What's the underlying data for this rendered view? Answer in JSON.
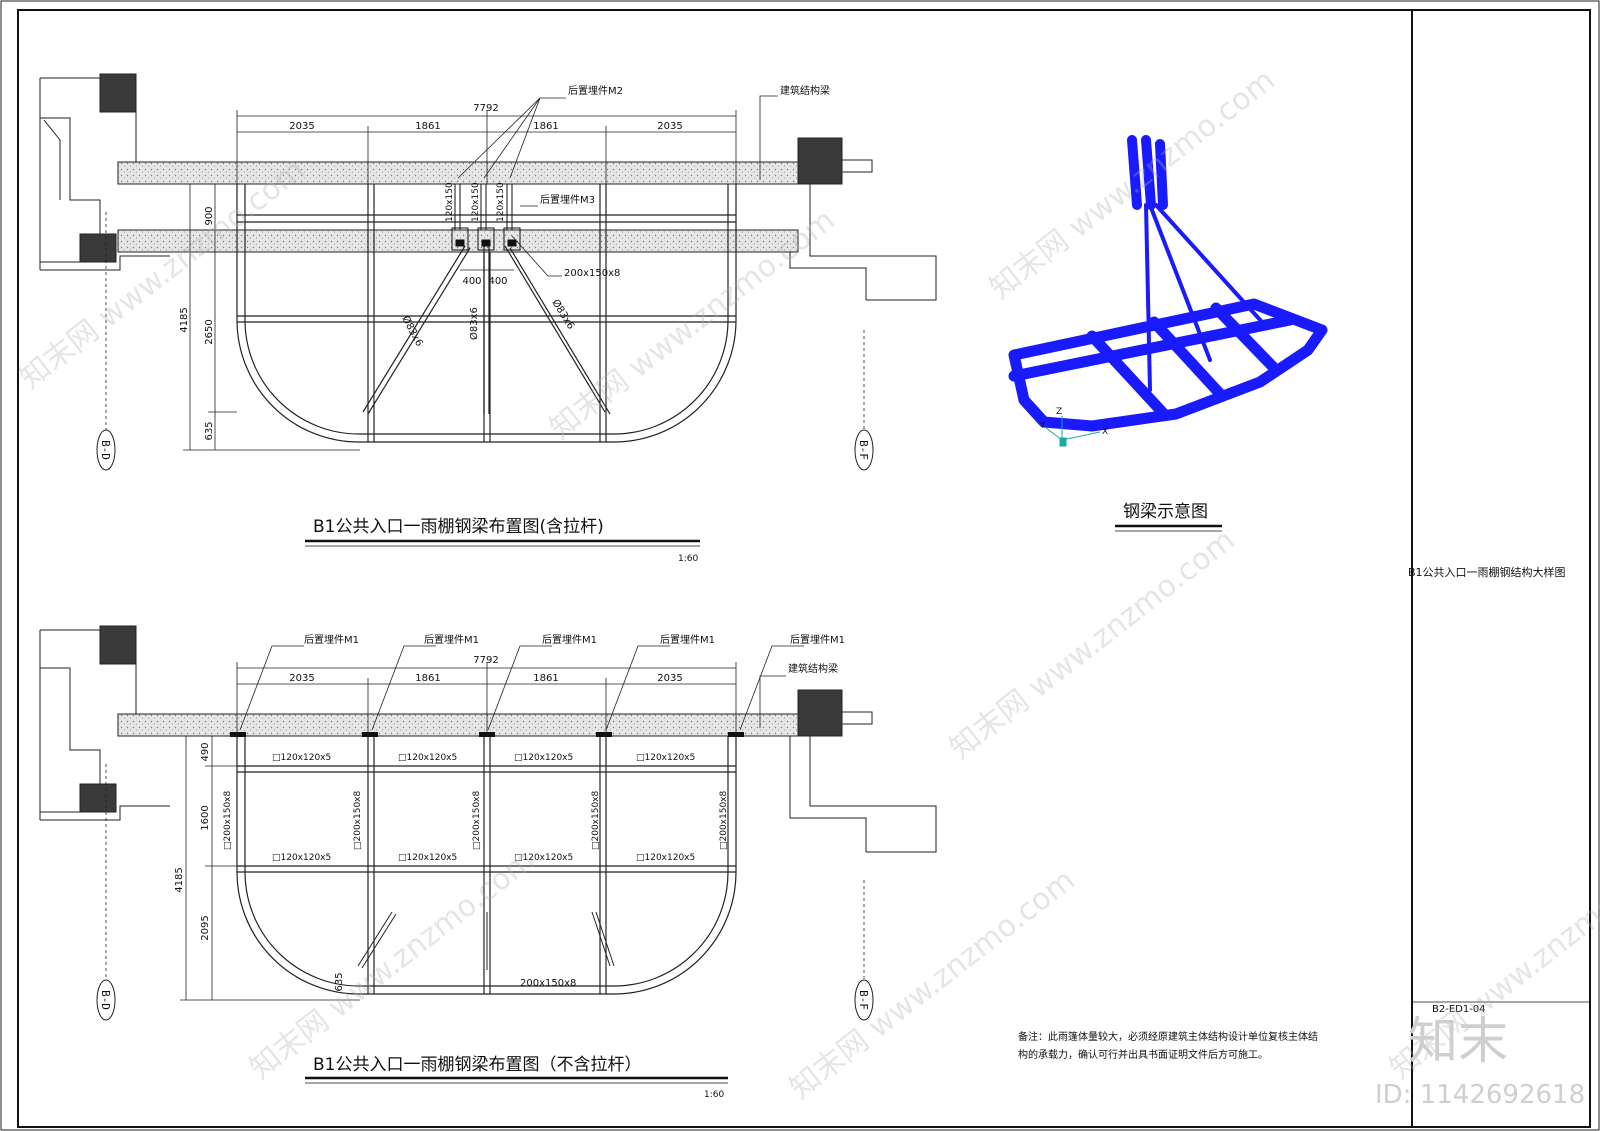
{
  "title_block": {
    "sheet_title": "B1公共入口一雨棚钢结构大样图",
    "drawing_number": "B2-ED1-04",
    "brand_logo": "知末",
    "id_text": "ID: 1142692618"
  },
  "watermark_text": "知末网 www.znzmo.com",
  "plan_top": {
    "title": "B1公共入口一雨棚钢梁布置图(含拉杆)",
    "scale": "1:60",
    "overall_dim": "7792",
    "bay_dims": [
      "2035",
      "1861",
      "1861",
      "2035"
    ],
    "vert_dims": [
      "900",
      "4185",
      "2650",
      "635"
    ],
    "center_dims": [
      "400",
      "400"
    ],
    "tie_rod_label": "Ø83x6",
    "beam_labels": [
      "120x150",
      "120x150",
      "120x150"
    ],
    "plate_label": "200x150x8",
    "callouts": {
      "m2": "后置埋件M2",
      "m3": "后置埋件M3",
      "structural_beam": "建筑结构梁"
    },
    "grid_left": "B-D",
    "grid_right": "B-F"
  },
  "plan_bottom": {
    "title": "B1公共入口一雨棚钢梁布置图（不含拉杆）",
    "scale": "1:60",
    "overall_dim": "7792",
    "bay_dims": [
      "2035",
      "1861",
      "1861",
      "2035"
    ],
    "vert_dims": [
      "490",
      "1600",
      "4185",
      "2095",
      "635"
    ],
    "callout_m1": "后置埋件M1",
    "structural_beam": "建筑结构梁",
    "secondary_beam": "□120x120x5",
    "main_beam": "□200x150x8",
    "main_beam_plain": "200x150x8",
    "grid_left": "B-D",
    "grid_right": "B-F"
  },
  "model_view": {
    "caption": "钢梁示意图",
    "beam_color": "#1a1aff",
    "axis_labels": [
      "Z",
      "Y",
      "X"
    ]
  },
  "note": {
    "line1": "备注：此雨篷体量较大，必须经原建筑主体结构设计单位复核主体结",
    "line2": "构的承载力，确认可行并出具书面证明文件后方可施工。"
  }
}
